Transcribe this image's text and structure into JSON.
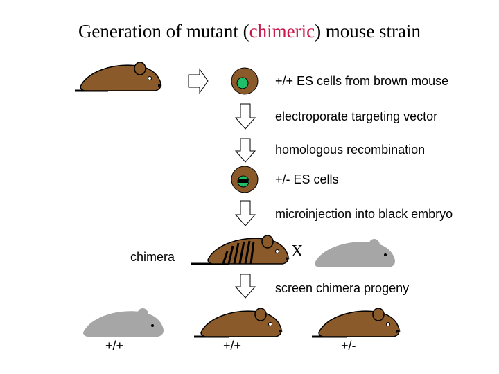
{
  "title": {
    "before": "Generation of mutant (",
    "highlight": "chimeric",
    "after": ") mouse strain",
    "highlight_color": "#c8184a"
  },
  "steps": [
    {
      "label": "+/+ ES cells from brown mouse"
    },
    {
      "label": "electroporate targeting vector"
    },
    {
      "label": "homologous recombination"
    },
    {
      "label": "+/- ES cells"
    },
    {
      "label": "microinjection into black embryo"
    },
    {
      "label": "screen chimera progeny"
    }
  ],
  "chimera_label": "chimera",
  "cross_symbol": "X",
  "progeny": [
    {
      "label": "+/+",
      "coat": "gray"
    },
    {
      "label": "+/+",
      "coat": "brown"
    },
    {
      "label": "+/-",
      "coat": "brown"
    }
  ],
  "colors": {
    "brown_mouse": "#8a5a2b",
    "gray_mouse": "#a6a6a6",
    "es_cell_outer": "#8a5a2b",
    "es_cell_nucleus": "#1fbf6a",
    "stripe": "#000000"
  }
}
